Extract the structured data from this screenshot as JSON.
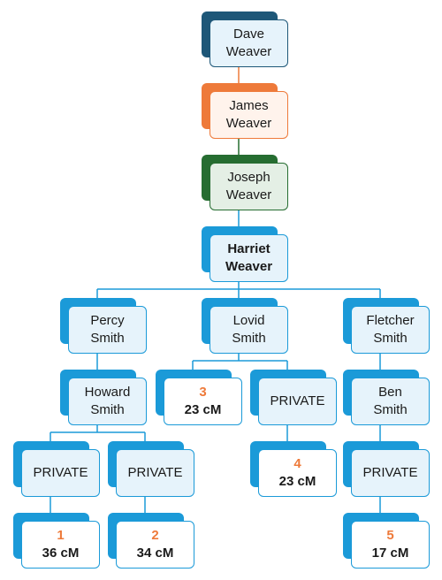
{
  "colors": {
    "blue": "#1b9ad8",
    "navy": "#1e5778",
    "orange": "#ee7a3a",
    "green": "#266d31",
    "connector_blue": "#1b9ad8",
    "connector_orange": "#ee7a3a",
    "connector_green": "#266d31"
  },
  "tree": {
    "dave": {
      "line1": "Dave",
      "line2": "Weaver"
    },
    "james": {
      "line1": "James",
      "line2": "Weaver"
    },
    "joseph": {
      "line1": "Joseph",
      "line2": "Weaver"
    },
    "harriet": {
      "line1": "Harriet",
      "line2": "Weaver"
    },
    "percy": {
      "line1": "Percy",
      "line2": "Smith"
    },
    "lovid": {
      "line1": "Lovid",
      "line2": "Smith"
    },
    "fletcher": {
      "line1": "Fletcher",
      "line2": "Smith"
    },
    "howard": {
      "line1": "Howard",
      "line2": "Smith"
    },
    "ben": {
      "line1": "Ben",
      "line2": "Smith"
    },
    "private_1": {
      "label": "PRIVATE"
    },
    "private_2": {
      "label": "PRIVATE"
    },
    "private_3": {
      "label": "PRIVATE"
    },
    "private_4": {
      "label": "PRIVATE"
    }
  },
  "matches": [
    {
      "number": "1",
      "cm": "36 cM"
    },
    {
      "number": "2",
      "cm": "34 cM"
    },
    {
      "number": "3",
      "cm": "23 cM"
    },
    {
      "number": "4",
      "cm": "23 cM"
    },
    {
      "number": "5",
      "cm": "17 cM"
    }
  ]
}
